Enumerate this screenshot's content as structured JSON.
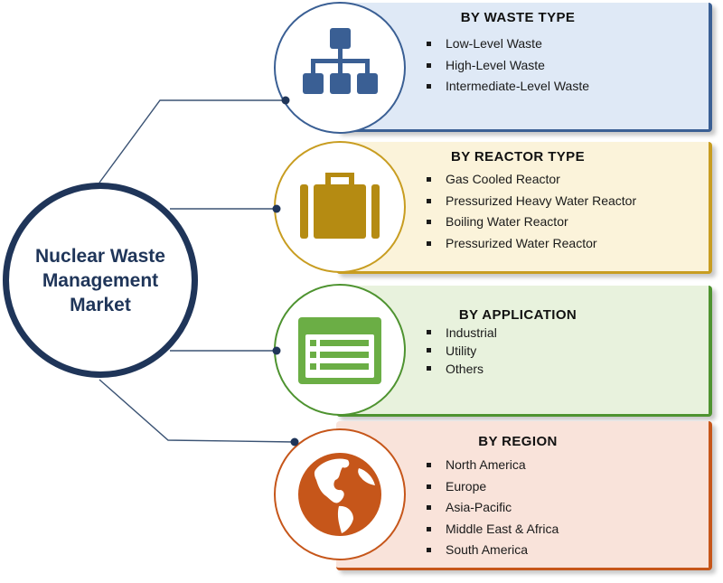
{
  "hub": {
    "lines": [
      "Nuclear Waste",
      "Management",
      "Market"
    ]
  },
  "segments": [
    {
      "title": "BY WASTE TYPE",
      "icon": "hierarchy-icon",
      "color": "#3a5f94",
      "items": [
        "Low-Level  Waste",
        "High-Level  Waste",
        "Intermediate-Level  Waste"
      ]
    },
    {
      "title": "BY REACTOR  TYPE",
      "icon": "briefcase-icon",
      "color": "#c89d21",
      "items": [
        "Gas Cooled  Reactor",
        "Pressurized Heavy  Water Reactor",
        "Boiling Water Reactor",
        "Pressurized Water Reactor"
      ]
    },
    {
      "title": "BY APPLICATION",
      "icon": "list-window-icon",
      "color": "#4e9330",
      "items": [
        "Industrial",
        "Utility",
        "Others"
      ]
    },
    {
      "title": "BY REGION",
      "icon": "globe-icon",
      "color": "#c6561a",
      "items": [
        "North America",
        "Europe",
        "Asia-Pacific",
        "Middle East & Africa",
        "South America"
      ]
    }
  ]
}
